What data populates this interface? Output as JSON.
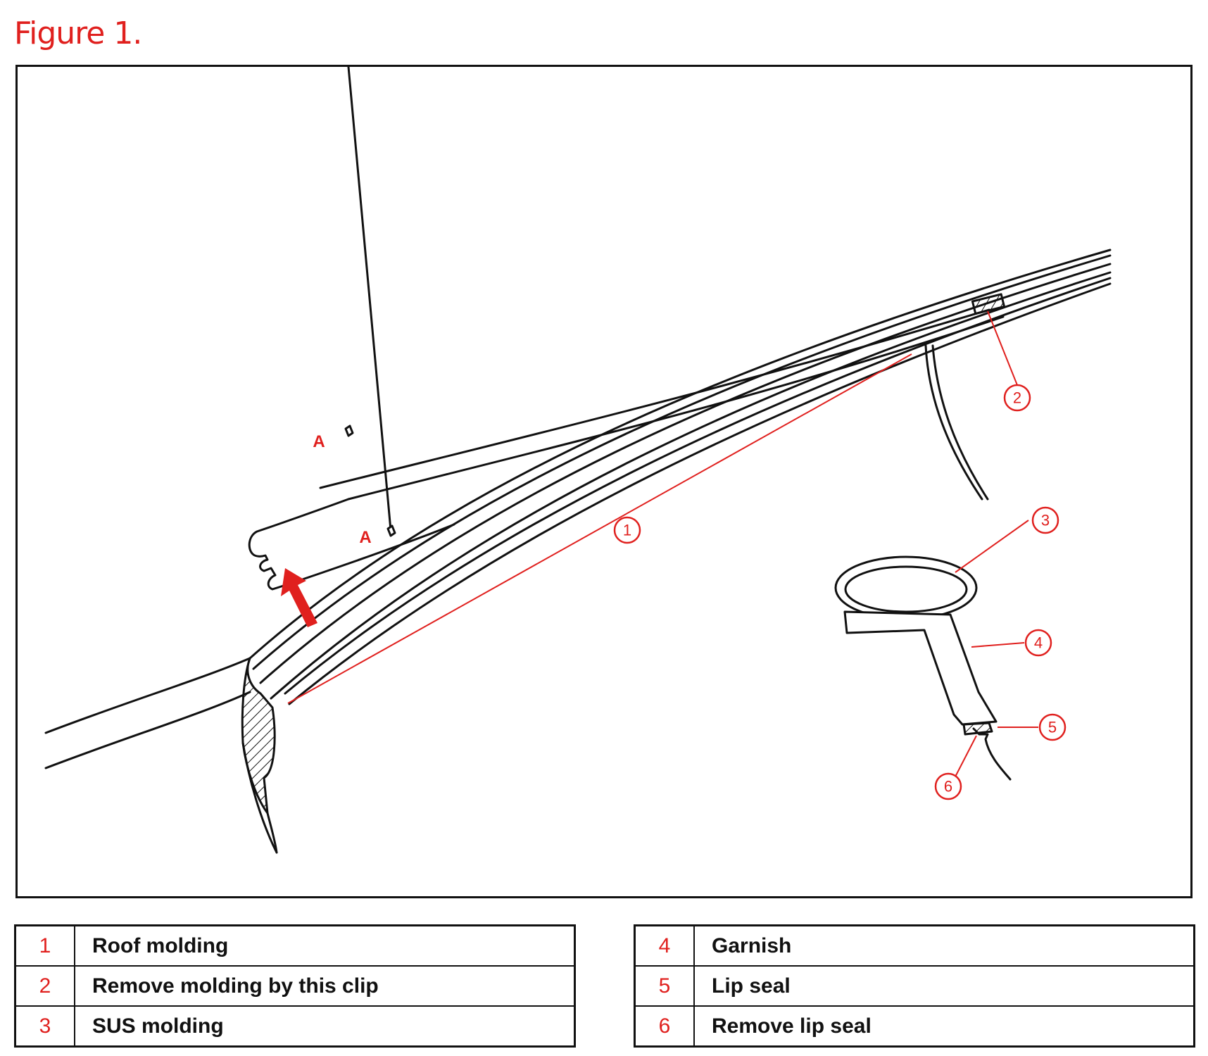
{
  "figure_title": "Figure 1.",
  "colors": {
    "accent": "#e0201e",
    "line": "#111111"
  },
  "callouts": [
    "1",
    "2",
    "3",
    "4",
    "5",
    "6"
  ],
  "section_marker": "A",
  "legend": [
    {
      "num": "1",
      "label": "Roof molding"
    },
    {
      "num": "2",
      "label": "Remove molding by this clip"
    },
    {
      "num": "3",
      "label": "SUS molding"
    },
    {
      "num": "4",
      "label": "Garnish"
    },
    {
      "num": "5",
      "label": "Lip seal"
    },
    {
      "num": "6",
      "label": "Remove lip seal"
    }
  ]
}
